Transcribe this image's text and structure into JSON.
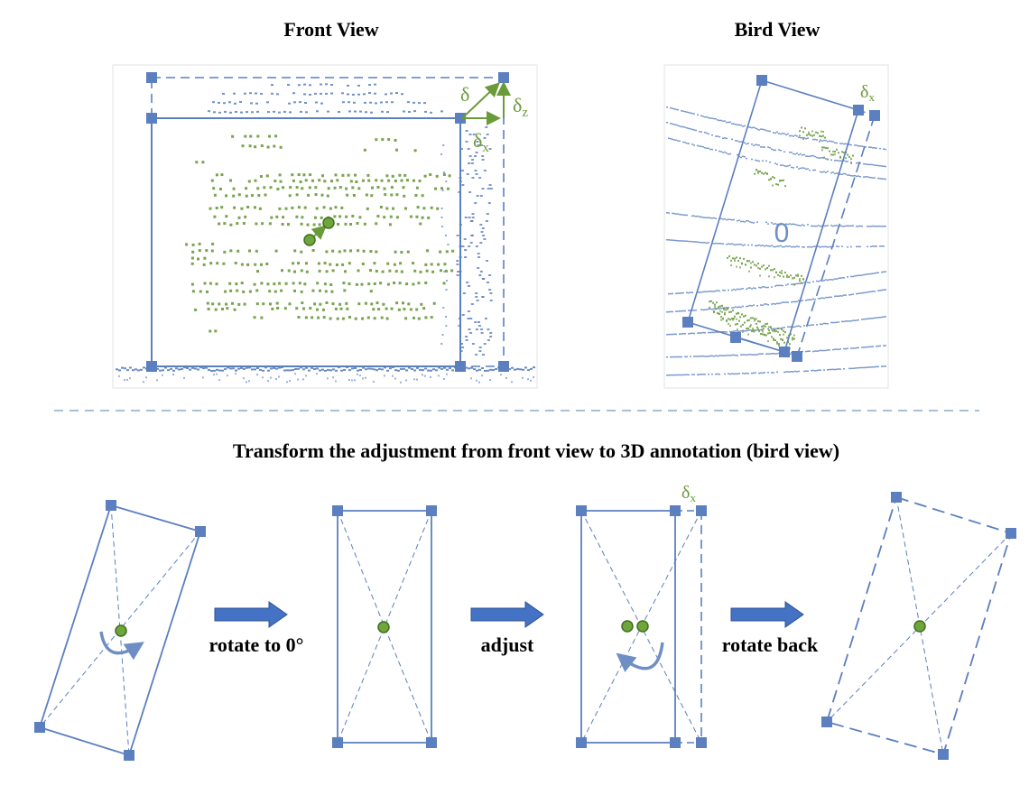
{
  "header": {
    "front_view_title": "Front View",
    "bird_view_title": "Bird View"
  },
  "front_view": {
    "label_delta": "δ",
    "label_delta_z_base": "δ",
    "label_delta_z_sub": "z",
    "label_delta_x_base": "δ",
    "label_delta_x_sub": "x"
  },
  "bird_view": {
    "label_delta_x_base": "δ",
    "label_delta_x_sub": "x",
    "heading_digit": "0"
  },
  "pipeline": {
    "title": "Transform the adjustment from front view to 3D annotation (bird view)",
    "step_rotate_label": "rotate to 0°",
    "step_adjust_label": "adjust",
    "step_rotate_back_label": "rotate back",
    "adjust_delta_base": "δ",
    "adjust_delta_sub": "x"
  },
  "colors": {
    "box_blue": "#5b7fbf",
    "point_green": "#6a9a3a",
    "arrow_blue": "#4472c4",
    "separator": "#a9bfd6"
  }
}
